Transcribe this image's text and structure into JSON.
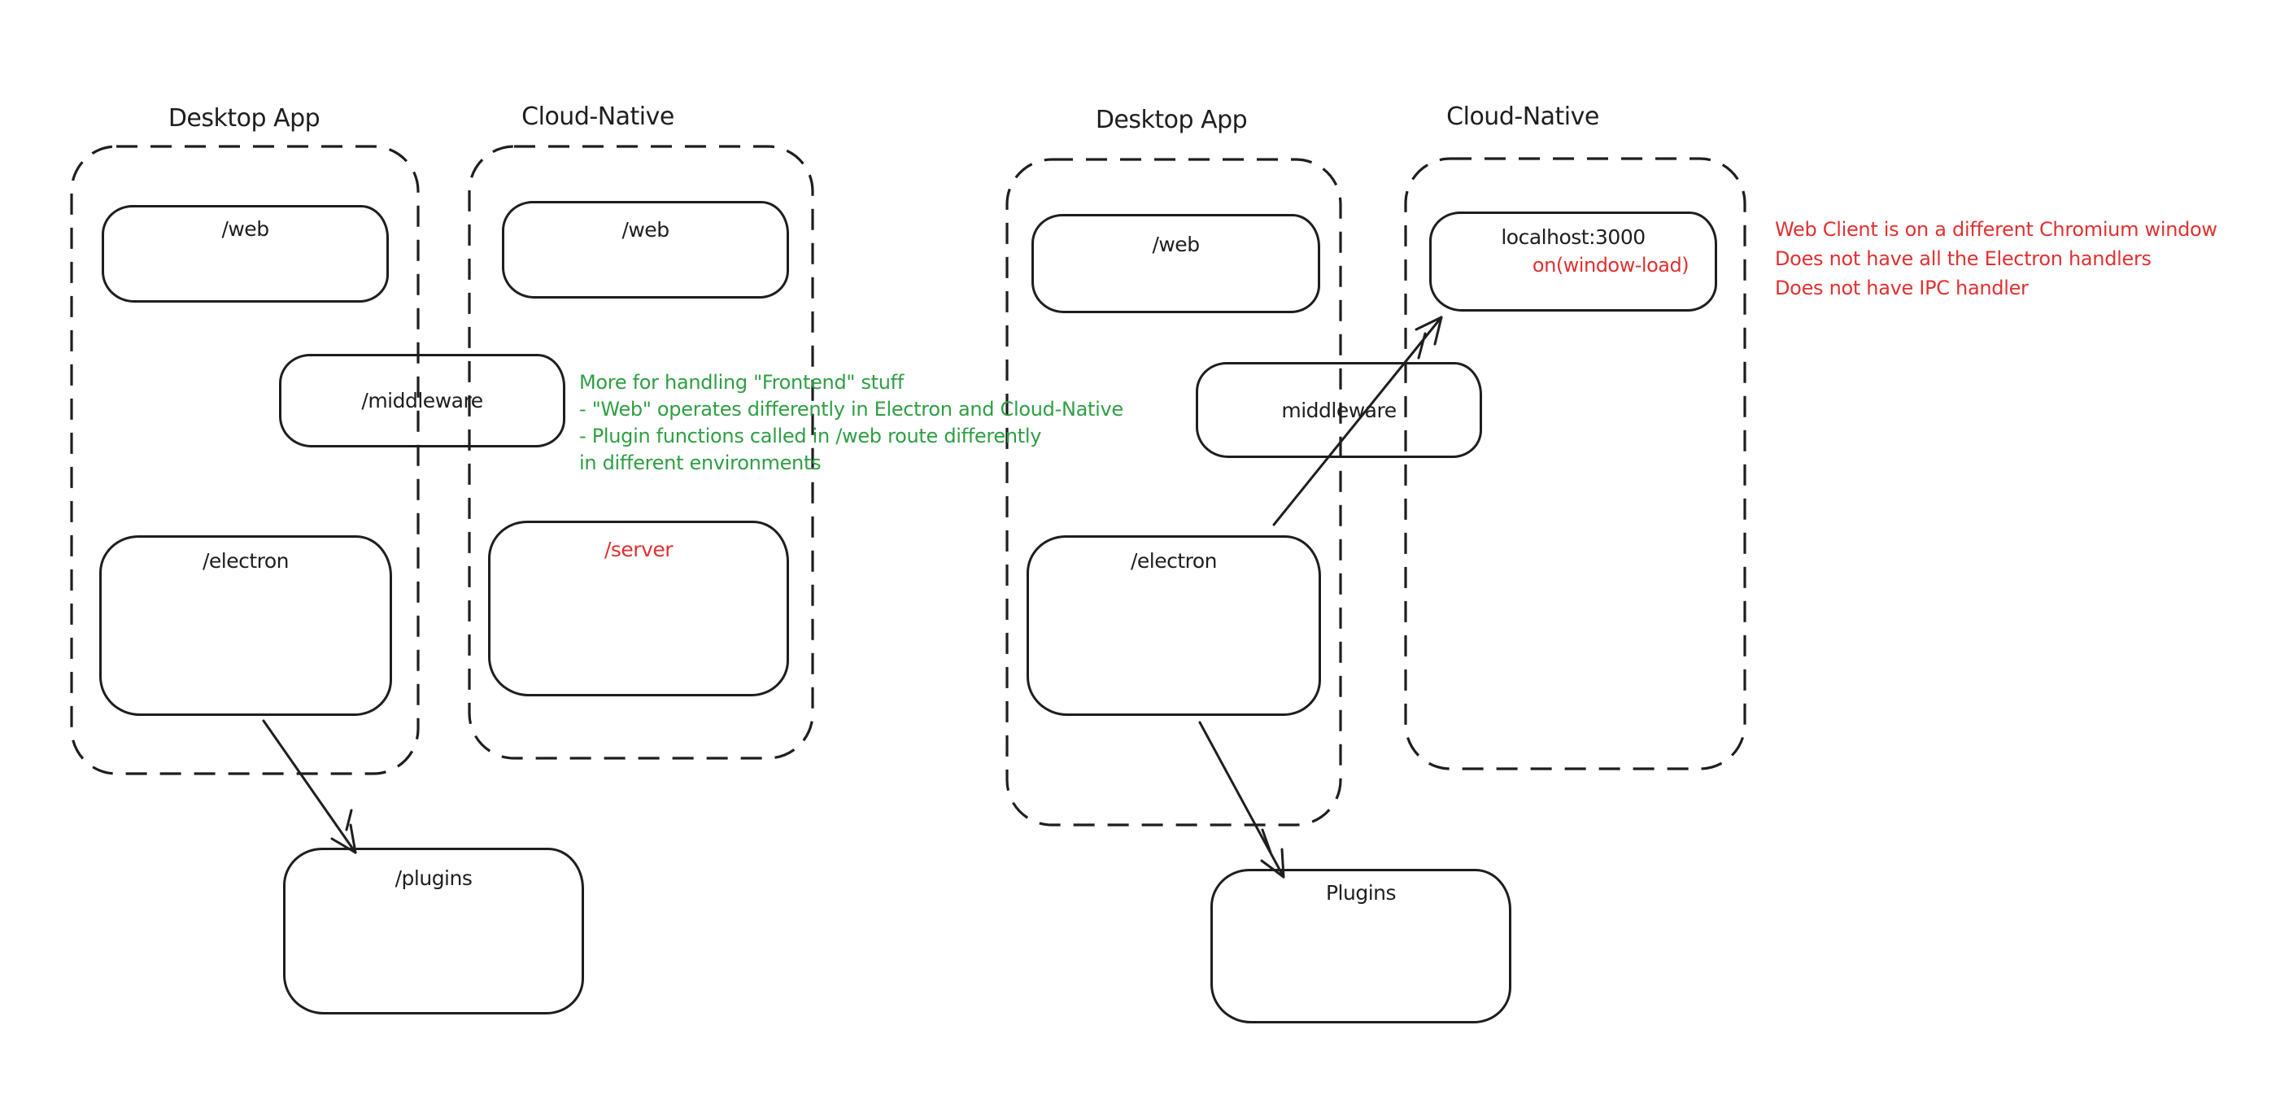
{
  "colors": {
    "background": "#ffffff",
    "ink": "#1e1e1e",
    "green": "#2f9e44",
    "red": "#e03131"
  },
  "left_diagram": {
    "desktop_app_title": "Desktop App",
    "cloud_native_title": "Cloud-Native",
    "web_desktop_label": "/web",
    "web_cloud_label": "/web",
    "middleware_label": "/middleware",
    "electron_label": "/electron",
    "server_label": "/server",
    "plugins_label": "/plugins"
  },
  "right_diagram": {
    "desktop_app_title": "Desktop App",
    "cloud_native_title": "Cloud-Native",
    "web_label": "/web",
    "localhost_label": "localhost:3000",
    "window_load_label": "on(window-load)",
    "middleware_label": "middleware",
    "electron_label": "/electron",
    "plugins_label": "Plugins"
  },
  "annotations": {
    "green_note": {
      "color": "#2f9e44",
      "lines": [
        "More for handling \"Frontend\" stuff",
        "- \"Web\" operates differently in Electron and Cloud-Native",
        "- Plugin functions called in /web route differently",
        "in different environments"
      ]
    },
    "red_note": {
      "color": "#e03131",
      "lines": [
        "Web Client is on a different Chromium window",
        "Does not have all the Electron handlers",
        "Does not have IPC handler"
      ]
    }
  }
}
